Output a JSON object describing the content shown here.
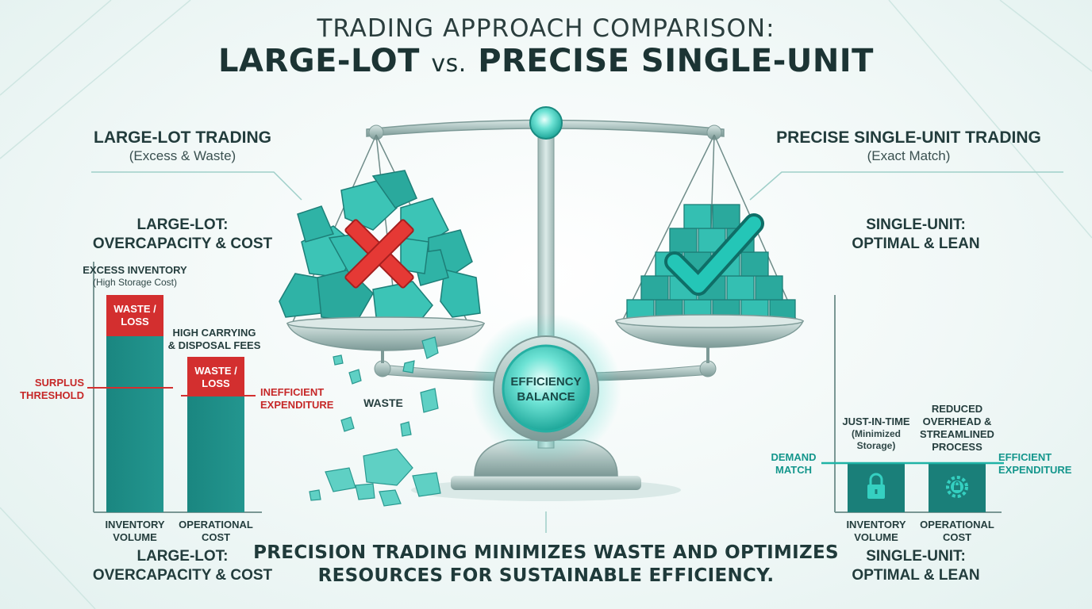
{
  "header": {
    "title_line1": "TRADING APPROACH COMPARISON:",
    "title_left": "LARGE-LOT",
    "title_vs": "vs.",
    "title_right": "PRECISE SINGLE-UNIT"
  },
  "left": {
    "section_title": "LARGE-LOT TRADING",
    "section_subtitle": "(Excess & Waste)",
    "panel_title_line1": "LARGE-LOT:",
    "panel_title_line2": "OVERCAPACITY & COST",
    "excess_label": "EXCESS INVENTORY",
    "excess_sublabel": "(High Storage Cost)",
    "carrying_label_line1": "HIGH CARRYING",
    "carrying_label_line2": "& DISPOSAL FEES",
    "waste_tag_line1": "WASTE /",
    "waste_tag_line2": "LOSS",
    "surplus_line1": "SURPLUS",
    "surplus_line2": "THRESHOLD",
    "inefficient_line1": "INEFFICIENT",
    "inefficient_line2": "EXPENDITURE",
    "bar1_label_line1": "INVENTORY",
    "bar1_label_line2": "VOLUME",
    "bar2_label_line1": "OPERATIONAL",
    "bar2_label_line2": "COST",
    "footer_line1": "LARGE-LOT:",
    "footer_line2": "OVERCAPACITY & COST"
  },
  "right": {
    "section_title": "PRECISE SINGLE-UNIT TRADING",
    "section_subtitle": "(Exact Match)",
    "panel_title_line1": "SINGLE-UNIT:",
    "panel_title_line2": "OPTIMAL & LEAN",
    "jit_line1": "JUST-IN-TIME",
    "jit_line2": "(Minimized",
    "jit_line3": "Storage)",
    "reduced_line1": "REDUCED",
    "reduced_line2": "OVERHEAD &",
    "reduced_line3": "STREAMLINED",
    "reduced_line4": "PROCESS",
    "demand_line1": "DEMAND",
    "demand_line2": "MATCH",
    "efficient_line1": "EFFICIENT",
    "efficient_line2": "EXPENDITURE",
    "bar1_label_line1": "INVENTORY",
    "bar1_label_line2": "VOLUME",
    "bar2_label_line1": "OPERATIONAL",
    "bar2_label_line2": "COST",
    "footer_line1": "SINGLE-UNIT:",
    "footer_line2": "OPTIMAL & LEAN"
  },
  "center": {
    "balance_line1": "EFFICIENCY",
    "balance_line2": "BALANCE",
    "waste_label": "WASTE"
  },
  "footer": {
    "message_line1": "PRECISION TRADING MINIMIZES WASTE AND OPTIMIZES",
    "message_line2": "RESOURCES FOR SUSTAINABLE EFFICIENCY."
  },
  "colors": {
    "teal": "#1e8c86",
    "teal_light": "#3fc1b4",
    "waste_red": "#d32f2f",
    "check_teal": "#1fb3a6"
  },
  "icons": [
    "x-mark-icon",
    "checkmark-icon",
    "lock-icon",
    "gear-lock-icon"
  ]
}
